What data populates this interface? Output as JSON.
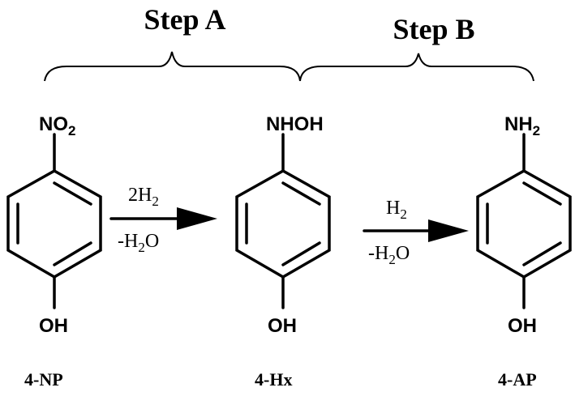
{
  "steps": {
    "a": "Step A",
    "b": "Step B"
  },
  "molecules": [
    {
      "label": "4-NP",
      "top_group": "NO2",
      "bottom_group": "OH"
    },
    {
      "label": "4-Hx",
      "top_group": "NHOH",
      "bottom_group": "OH"
    },
    {
      "label": "4-AP",
      "top_group": "NH2",
      "bottom_group": "OH"
    }
  ],
  "arrows": [
    {
      "above": "2H2",
      "below": "-H2O"
    },
    {
      "above": "H2",
      "below": "-H2O"
    }
  ]
}
